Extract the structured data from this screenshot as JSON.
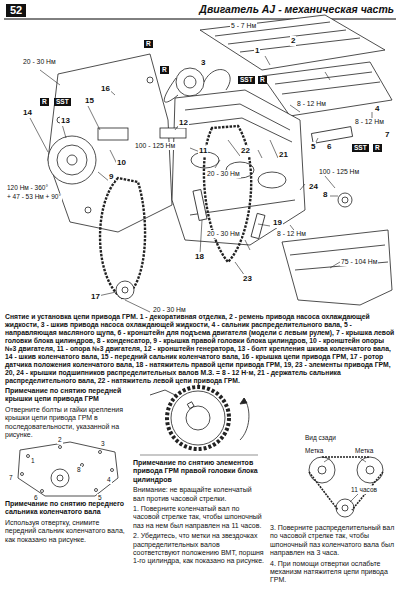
{
  "diagram": {
    "title": "Двигатель AJ - механическая часть",
    "caption": "Снятие и установка цепи привода ГРМ. 1 - декоративная отделка, 2 - ремень привода насоса охлаждающей жидкости, 3 - шкив привода насоса охлаждающей жидкости, 4 - сальник распределительного вала, 5 - направляющая масляного щупа, 6 - кронштейн для подъема двигателя (модели с левым рулем), 7 - крышка левой головки блока цилиндров, 8 - конденсатор, 9 - крышка правой головки блока цилиндров, 10 - кронштейн опоры №3 двигателя, 11 - опора №3 двигателя, 12 - кронштейн генератора, 13 - болт крепления шкива коленчатого вала, 14 - шкив коленчатого вала, 15 - передний сальник коленчатого вала, 16 - крышка цепи привода ГРМ, 17 - ротор датчика положения коленчатого вала, 18 - натяжитель правой цепи привода ГРМ, 19, 23 - элементы привода ГРМ, 20, 24 - крышки подшипников распределительных валов М.З. = 8 - 12 Н·м, 21 - держатель сальника распределительного вала, 22 - натяжитель левой цепи привода ГРМ.",
    "labels": [
      "52",
      "5 - 7 Нм",
      "20 - 30 Нм",
      "16",
      "R",
      "R",
      "1",
      "2",
      "3",
      "SST",
      "R",
      "8 - 12 Нм",
      "8 - 12 Нм",
      "4",
      "14",
      "R",
      "SST",
      "13",
      "15",
      "12",
      "100 - 125 Нм",
      "11",
      "22",
      "21",
      "20 - 30 Нм",
      "5",
      "6",
      "SST",
      "R",
      "7",
      "24",
      "10",
      "9",
      "120 Нм - 360°",
      "+ 47 - 53 Нм + 90°",
      "8",
      "100 - 125 Нм",
      "8 - 12 Нм",
      "20 - 30 Нм",
      "19",
      "18",
      "17",
      "23",
      "75 - 104 Нм",
      "20 - 30 Нм",
      "1",
      "2",
      "3",
      "4",
      "5",
      "6",
      "7",
      "8",
      "Примечание по снятию передней крышки цепи привода ГРМ",
      "Отверните болты и гайки крепления крышки цепи привода ГРМ в последовательности, указанной на рисунке.",
      "Примечание по снятию переднего сальника коленчатого вала",
      "Используя отвертку, снимите передний сальник коленчатого вала, как показано на рисунке.",
      "Примечание по снятию элементов привода ГРМ правой головки блока цилиндров",
      "Внимание: не вращайте коленчатый вал против часовой стрелки.",
      "1. Поверните коленчатый вал по часовой стрелке так, чтобы шпоночный паз на нем был направлен на 11 часов.",
      "2. Убедитесь, что метки на звездочках распределительных валов соответствуют положению ВМТ, поршня 1-го цилиндра, как показано на рисунке.",
      "Вид сзади",
      "Метка",
      "Метка",
      "11 часов",
      "3. Поверните распределительный вал по часовой стрелке так, чтобы шпоночный паз коленчатого вала был направлен на 3 часа.",
      "4. При помощи отвертки ослабьте механизм натяжителя цепи привода ГРМ."
    ]
  }
}
